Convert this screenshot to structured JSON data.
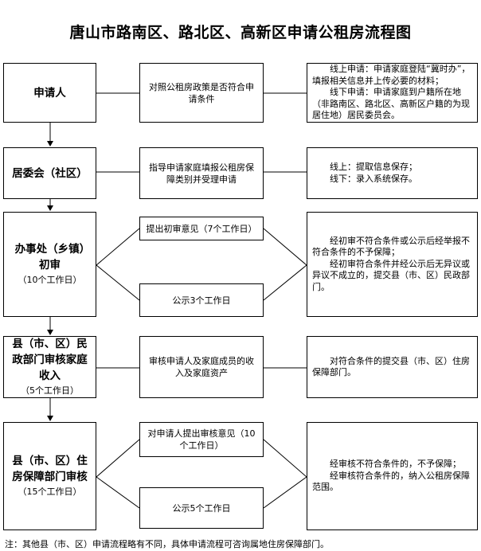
{
  "title": "唐山市路南区、路北区、高新区申请公租房流程图",
  "stages": [
    {
      "name": "申请人",
      "sub": "",
      "actions": [
        "对照公租房政策是否符合申请条件"
      ],
      "notes": [
        "　　线上申请：申请家庭登陆“冀时办”，填报相关信息并上传必要的材料；",
        "　　线下申请：申请家庭到户籍所在地（非路南区、路北区、高新区户籍的为现居住地）居民委员会。"
      ]
    },
    {
      "name": "居委会（社区）",
      "sub": "",
      "actions": [
        "指导申请家庭填报公租房保障类别并受理申请"
      ],
      "notes": [
        "　　线上：提取信息保存；",
        "　　线下：录入系统保存。"
      ]
    },
    {
      "name": "办事处（乡镇）初审",
      "sub": "（10个工作日）",
      "actions": [
        "提出初审意见（7个工作日）",
        "公示3个工作日"
      ],
      "notes": [
        "　　经初审不符合条件或公示后经举报不符合条件的不予保障；",
        "　　经初审符合条件并经公示后无异议或异议不成立的，提交县（市、区）民政部门。"
      ]
    },
    {
      "name": "县（市、区）民政部门审核家庭收入",
      "sub": "（5个工作日）",
      "actions": [
        "审核申请人及家庭成员的收入及家庭资产"
      ],
      "notes": [
        "　　对符合条件的提交县（市、区）住房保障部门。"
      ]
    },
    {
      "name": "县（市、区）住房保障部门审核",
      "sub": "（15个工作日）",
      "actions": [
        "对申请人提出审核意见（10个工作日）",
        "公示5个工作日"
      ],
      "notes": [
        "　　经审核不符合条件的，不予保障；",
        "　　经审核符合条件的，纳入公租房保障范围。"
      ]
    }
  ],
  "footer": "注：其他县（市、区）申请流程略有不同，具体申请流程可咨询属地住房保障部门。"
}
